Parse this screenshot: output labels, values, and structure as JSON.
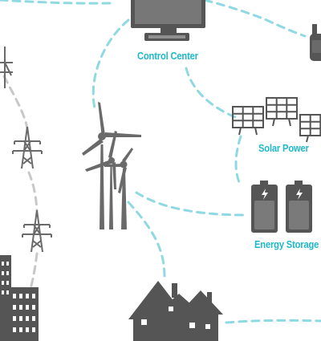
{
  "labels": {
    "control_center": "Control Center",
    "solar_power": "Solar Power",
    "energy_storage": "Energy Storage"
  },
  "colors": {
    "accent": "#1fb8c8",
    "dash": "#8fd9e2",
    "icon": "#6a6a6a",
    "icon_dark": "#555555",
    "grid_dash": "#c8c8c8"
  }
}
